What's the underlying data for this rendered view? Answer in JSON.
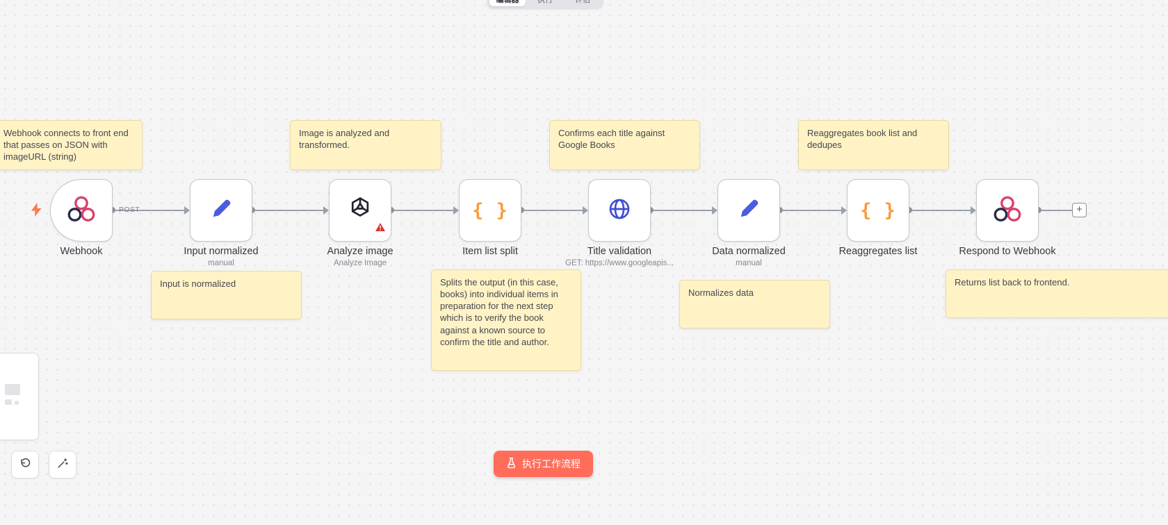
{
  "colors": {
    "accent": "#ff6d5a",
    "sticky_bg": "#fff3c6",
    "wire": "#9aa0a8",
    "webhook_pink": "#d8436a",
    "edit_blue": "#4a5ce0",
    "braces_orange": "#f89b3c",
    "globe_blue": "#3c4ed8"
  },
  "tabs": [
    {
      "label": "编辑器"
    },
    {
      "label": "执行"
    },
    {
      "label": "评估"
    }
  ],
  "nodes": [
    {
      "name": "Webhook",
      "sub": "",
      "icon": "webhook-icon"
    },
    {
      "name": "Input normalized",
      "sub": "manual",
      "icon": "edit-icon"
    },
    {
      "name": "Analyze image",
      "sub": "Analyze Image",
      "icon": "openai-icon",
      "warning": true
    },
    {
      "name": "Item list split",
      "sub": "",
      "icon": "braces-icon"
    },
    {
      "name": "Title validation",
      "sub": "GET: https://www.googleapis...",
      "icon": "globe-icon"
    },
    {
      "name": "Data normalized",
      "sub": "manual",
      "icon": "edit-icon"
    },
    {
      "name": "Reaggregates list",
      "sub": "",
      "icon": "braces-icon"
    },
    {
      "name": "Respond to Webhook",
      "sub": "",
      "icon": "webhook-icon"
    }
  ],
  "wires": {
    "post_label": "POST"
  },
  "notes": [
    {
      "text": "Webhook connects to front end that passes on JSON with imageURL (string)"
    },
    {
      "text": "Image is analyzed and transformed."
    },
    {
      "text": "Confirms each title against Google Books"
    },
    {
      "text": "Reaggregates book list and dedupes"
    },
    {
      "text": "Input is normalized"
    },
    {
      "text": "Splits the output (in this case, books) into individual items in preparation for the next step which is to verify the book against a known source to confirm the title and author."
    },
    {
      "text": "Normalizes data"
    },
    {
      "text": "Returns list back to frontend."
    }
  ],
  "controls": {
    "execute_label": "执行工作流程",
    "add_label": "+"
  },
  "glyphs": {
    "braces": "{ }"
  }
}
